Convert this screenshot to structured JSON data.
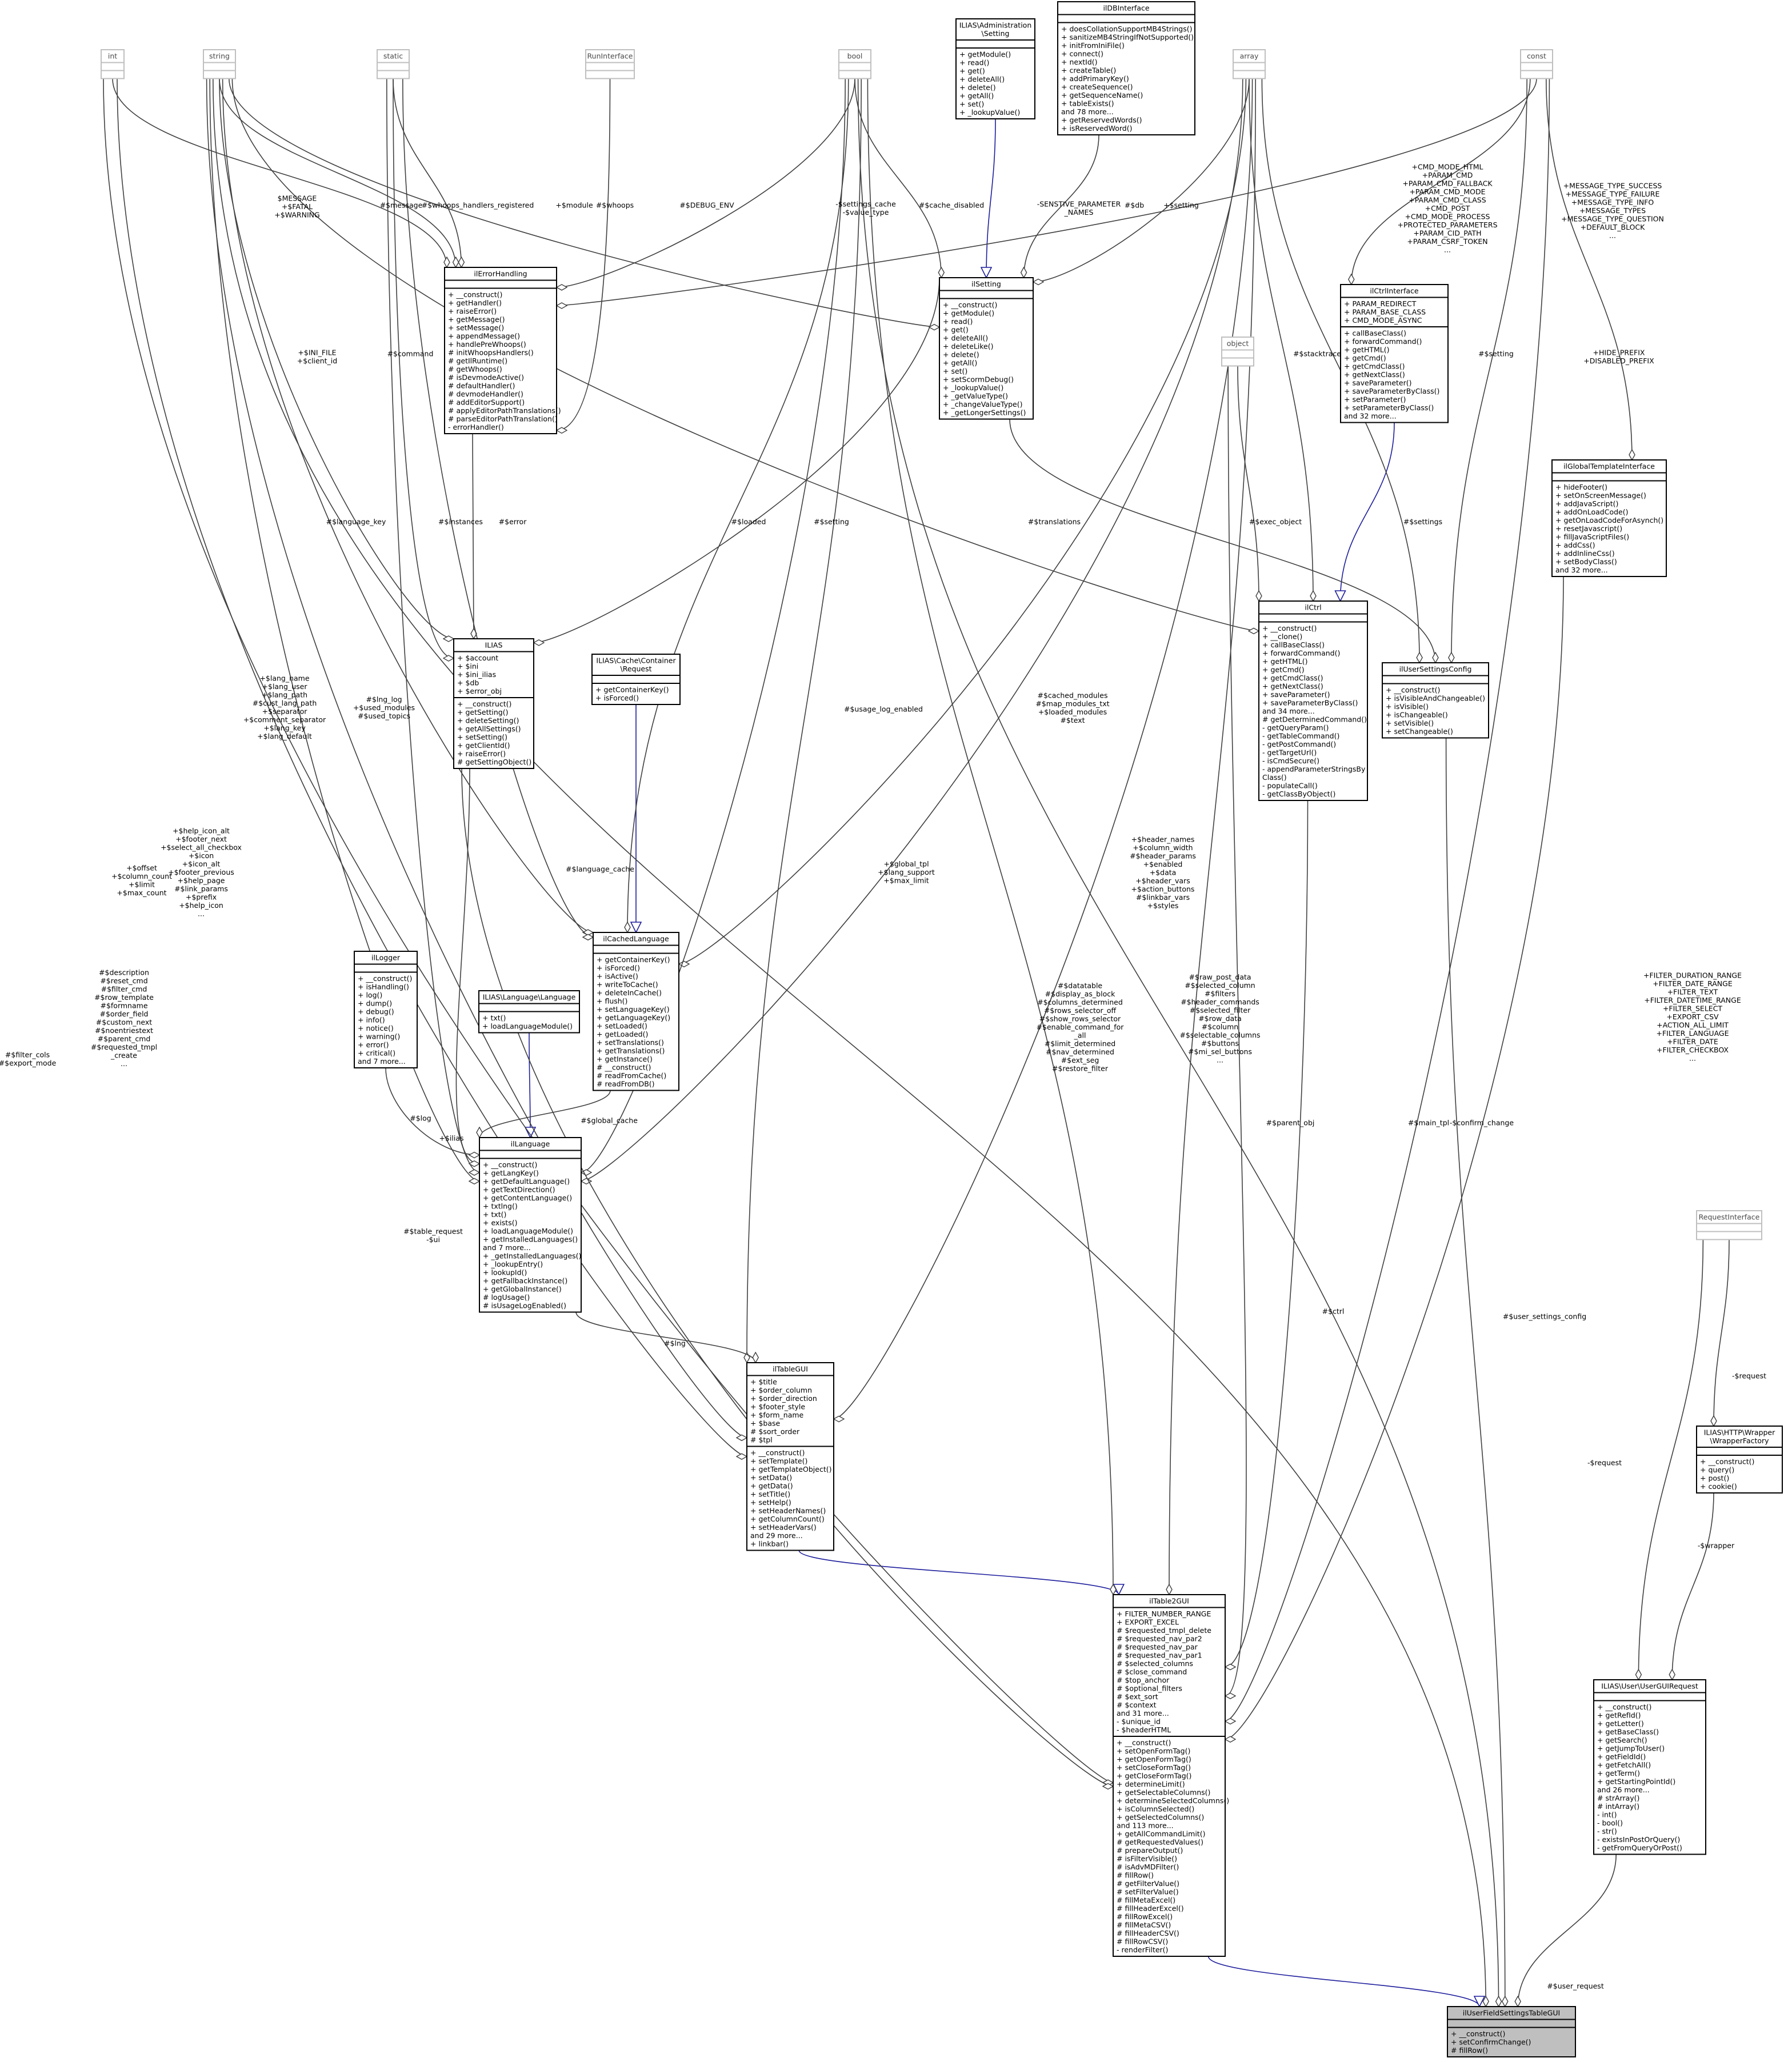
{
  "diagram": {
    "classes": [
      {
        "id": "int",
        "name": "int",
        "attributes": [],
        "operations": []
      },
      {
        "id": "string",
        "name": "string",
        "attributes": [],
        "operations": []
      },
      {
        "id": "static",
        "name": "static",
        "attributes": [],
        "operations": []
      },
      {
        "id": "RunInterface",
        "name": "RunInterface",
        "attributes": [],
        "operations": []
      },
      {
        "id": "bool",
        "name": "bool",
        "attributes": [],
        "operations": []
      },
      {
        "id": "AdminSetting",
        "name": [
          "ILIAS\\Administration",
          "\\Setting"
        ],
        "attributes": [],
        "operations": [
          "+ getModule()",
          "+ read()",
          "+ get()",
          "+ deleteAll()",
          "+ delete()",
          "+ getAll()",
          "+ set()",
          "+ _lookupValue()"
        ]
      },
      {
        "id": "ilDBInterface",
        "name": "ilDBInterface",
        "attributes": [],
        "operations": [
          "+ doesCollationSupportMB4Strings()",
          "+ sanitizeMB4StringIfNotSupported()",
          "+ initFromIniFile()",
          "+ connect()",
          "+ nextId()",
          "+ createTable()",
          "+ addPrimaryKey()",
          "+ createSequence()",
          "+ getSequenceName()",
          "+ tableExists()",
          "and 78 more...",
          "+ getReservedWords()",
          "+ isReservedWord()"
        ]
      },
      {
        "id": "array",
        "name": "array",
        "attributes": [],
        "operations": []
      },
      {
        "id": "const",
        "name": "const",
        "attributes": [],
        "operations": []
      },
      {
        "id": "ilErrorHandling",
        "name": "ilErrorHandling",
        "attributes": [],
        "operations": [
          "+ __construct()",
          "+ getHandler()",
          "+ raiseError()",
          "+ getMessage()",
          "+ setMessage()",
          "+ appendMessage()",
          "+ handlePreWhoops()",
          "# initWhoopsHandlers()",
          "# getIlRuntime()",
          "# getWhoops()",
          "# isDevmodeActive()",
          "# defaultHandler()",
          "# devmodeHandler()",
          "# addEditorSupport()",
          "# applyEditorPathTranslations()",
          "# parseEditorPathTranslation()",
          "- errorHandler()"
        ]
      },
      {
        "id": "ilSetting",
        "name": "ilSetting",
        "attributes": [],
        "operations": [
          "+ __construct()",
          "+ getModule()",
          "+ read()",
          "+ get()",
          "+ deleteAll()",
          "+ deleteLike()",
          "+ delete()",
          "+ getAll()",
          "+ set()",
          "+ setScormDebug()",
          "+ _lookupValue()",
          "+ _getValueType()",
          "+ _changeValueType()",
          "+ _getLongerSettings()"
        ]
      },
      {
        "id": "ilCtrlInterface",
        "name": "ilCtrlInterface",
        "attributes": [
          "+ PARAM_REDIRECT",
          "+ PARAM_BASE_CLASS",
          "+ CMD_MODE_ASYNC"
        ],
        "operations": [
          "+ callBaseClass()",
          "+ forwardCommand()",
          "+ getHTML()",
          "+ getCmd()",
          "+ getCmdClass()",
          "+ getNextClass()",
          "+ saveParameter()",
          "+ saveParameterByClass()",
          "+ setParameter()",
          "+ setParameterByClass()",
          "and 32 more..."
        ]
      },
      {
        "id": "object",
        "name": "object",
        "attributes": [],
        "operations": []
      },
      {
        "id": "ilGlobalTemplateInterface",
        "name": "ilGlobalTemplateInterface",
        "attributes": [],
        "operations": [
          "+ hideFooter()",
          "+ setOnScreenMessage()",
          "+ addJavaScript()",
          "+ addOnLoadCode()",
          "+ getOnLoadCodeForAsynch()",
          "+ resetJavascript()",
          "+ fillJavaScriptFiles()",
          "+ addCss()",
          "+ addInlineCss()",
          "+ setBodyClass()",
          "and 32 more..."
        ]
      },
      {
        "id": "ILIAS",
        "name": "ILIAS",
        "attributes": [
          "+ $account",
          "+ $ini",
          "+ $ini_ilias",
          "+ $db",
          "+ $error_obj"
        ],
        "operations": [
          "+ __construct()",
          "+ getSetting()",
          "+ deleteSetting()",
          "+ getAllSettings()",
          "+ setSetting()",
          "+ getClientId()",
          "+ raiseError()",
          "# getSettingObject()"
        ]
      },
      {
        "id": "CacheRequest",
        "name": [
          "ILIAS\\Cache\\Container",
          "\\Request"
        ],
        "attributes": [],
        "operations": [
          "+ getContainerKey()",
          "+ isForced()"
        ]
      },
      {
        "id": "ilCtrl",
        "name": "ilCtrl",
        "attributes": [],
        "operations": [
          "+ __construct()",
          "+ __clone()",
          "+ callBaseClass()",
          "+ forwardCommand()",
          "+ getHTML()",
          "+ getCmd()",
          "+ getCmdClass()",
          "+ getNextClass()",
          "+ saveParameter()",
          "+ saveParameterByClass()",
          "and 34 more...",
          "# getDeterminedCommand()",
          "- getQueryParam()",
          "- getTableCommand()",
          "- getPostCommand()",
          "- getTargetUrl()",
          "- isCmdSecure()",
          "- appendParameterStringsBy",
          "Class()",
          "- populateCall()",
          "- getClassByObject()"
        ]
      },
      {
        "id": "ilUserSettingsConfig",
        "name": "ilUserSettingsConfig",
        "attributes": [],
        "operations": [
          "+ __construct()",
          "+ isVisibleAndChangeable()",
          "+ isVisible()",
          "+ isChangeable()",
          "+ setVisible()",
          "+ setChangeable()"
        ]
      },
      {
        "id": "ilLogger",
        "name": "ilLogger",
        "attributes": [],
        "operations": [
          "+ __construct()",
          "+ isHandling()",
          "+ log()",
          "+ dump()",
          "+ debug()",
          "+ info()",
          "+ notice()",
          "+ warning()",
          "+ error()",
          "+ critical()",
          "and 7 more..."
        ]
      },
      {
        "id": "LanguageIface",
        "name": "ILIAS\\Language\\Language",
        "attributes": [],
        "operations": [
          "+ txt()",
          "+ loadLanguageModule()"
        ]
      },
      {
        "id": "ilCachedLanguage",
        "name": "ilCachedLanguage",
        "attributes": [],
        "operations": [
          "+ getContainerKey()",
          "+ isForced()",
          "+ isActive()",
          "+ writeToCache()",
          "+ deleteInCache()",
          "+ flush()",
          "+ setLanguageKey()",
          "+ getLanguageKey()",
          "+ setLoaded()",
          "+ getLoaded()",
          "+ setTranslations()",
          "+ getTranslations()",
          "+ getInstance()",
          "# __construct()",
          "# readFromCache()",
          "# readFromDB()"
        ]
      },
      {
        "id": "ilLanguage",
        "name": "ilLanguage",
        "attributes": [],
        "operations": [
          "+ __construct()",
          "+ getLangKey()",
          "+ getDefaultLanguage()",
          "+ getTextDirection()",
          "+ getContentLanguage()",
          "+ txtlng()",
          "+ txt()",
          "+ exists()",
          "+ loadLanguageModule()",
          "+ getInstalledLanguages()",
          "and 7 more...",
          "+ _getInstalledLanguages()",
          "+ _lookupEntry()",
          "+ lookupId()",
          "+ getFallbackInstance()",
          "+ getGlobalInstance()",
          "# logUsage()",
          "# isUsageLogEnabled()"
        ]
      },
      {
        "id": "ilTableGUI",
        "name": "ilTableGUI",
        "attributes": [
          "+ $title",
          "+ $order_column",
          "+ $order_direction",
          "+ $footer_style",
          "+ $form_name",
          "+ $base",
          "# $sort_order",
          "# $tpl"
        ],
        "operations": [
          "+ __construct()",
          "+ setTemplate()",
          "+ getTemplateObject()",
          "+ setData()",
          "+ getData()",
          "+ setTitle()",
          "+ setHelp()",
          "+ setHeaderNames()",
          "+ getColumnCount()",
          "+ setHeaderVars()",
          "and 29 more...",
          "+ linkbar()"
        ]
      },
      {
        "id": "RequestInterface",
        "name": "RequestInterface",
        "attributes": [],
        "operations": []
      },
      {
        "id": "WrapperFactory",
        "name": [
          "ILIAS\\HTTP\\Wrapper",
          "\\WrapperFactory"
        ],
        "attributes": [],
        "operations": [
          "+ __construct()",
          "+ query()",
          "+ post()",
          "+ cookie()"
        ]
      },
      {
        "id": "ilTable2GUI",
        "name": "ilTable2GUI",
        "attributes": [
          "+ FILTER_NUMBER_RANGE",
          "+ EXPORT_EXCEL",
          "# $requested_tmpl_delete",
          "# $requested_nav_par2",
          "# $requested_nav_par",
          "# $requested_nav_par1",
          "# $selected_columns",
          "# $close_command",
          "# $top_anchor",
          "# $optional_filters",
          "# $ext_sort",
          "# $context",
          "and 31 more...",
          "- $unique_id",
          "- $headerHTML"
        ],
        "operations": [
          "+ __construct()",
          "+ setOpenFormTag()",
          "+ getOpenFormTag()",
          "+ setCloseFormTag()",
          "+ getCloseFormTag()",
          "+ determineLimit()",
          "+ getSelectableColumns()",
          "+ determineSelectedColumns()",
          "+ isColumnSelected()",
          "+ getSelectedColumns()",
          "and 113 more...",
          "+ getAllCommandLimit()",
          "# getRequestedValues()",
          "# prepareOutput()",
          "# isFilterVisible()",
          "# isAdvMDFilter()",
          "# fillRow()",
          "# getFilterValue()",
          "# setFilterValue()",
          "# fillMetaExcel()",
          "# fillHeaderExcel()",
          "# fillRowExcel()",
          "# fillMetaCSV()",
          "# fillHeaderCSV()",
          "# fillRowCSV()",
          "- renderFilter()"
        ]
      },
      {
        "id": "UserGUIRequest",
        "name": "ILIAS\\User\\UserGUIRequest",
        "attributes": [],
        "operations": [
          "+ __construct()",
          "+ getRefId()",
          "+ getLetter()",
          "+ getBaseClass()",
          "+ getSearch()",
          "+ getJumpToUser()",
          "+ getFieldId()",
          "+ getFetchAll()",
          "+ getTerm()",
          "+ getStartingPointId()",
          "and 26 more...",
          "# strArray()",
          "# intArray()",
          "- int()",
          "- bool()",
          "- str()",
          "- existsInPostOrQuery()",
          "- getFromQueryOrPost()"
        ]
      },
      {
        "id": "ilUserFieldSettingsTableGUI",
        "name": "ilUserFieldSettingsTableGUI",
        "attributes": [],
        "operations": [
          "+ __construct()",
          "+ setConfirmChange()",
          "# fillRow()"
        ]
      }
    ],
    "edge_labels": [
      {
        "id": "l1",
        "lines": [
          "$MESSAGE",
          "+$FATAL",
          "+$WARNING"
        ]
      },
      {
        "id": "l2",
        "lines": [
          "#$message"
        ]
      },
      {
        "id": "l3",
        "lines": [
          "#$whoops_handlers_registered"
        ]
      },
      {
        "id": "l4",
        "lines": [
          "+$module"
        ]
      },
      {
        "id": "l5",
        "lines": [
          "#$whoops"
        ]
      },
      {
        "id": "l6",
        "lines": [
          "#$DEBUG_ENV"
        ]
      },
      {
        "id": "l7",
        "lines": [
          "-$settings_cache",
          "-$value_type"
        ]
      },
      {
        "id": "l8",
        "lines": [
          "#$cache_disabled"
        ]
      },
      {
        "id": "l9",
        "lines": [
          "-SENSTIVE_PARAMETER",
          "_NAMES"
        ]
      },
      {
        "id": "l10",
        "lines": [
          "#$db"
        ]
      },
      {
        "id": "l11",
        "lines": [
          "+$setting"
        ]
      },
      {
        "id": "l12",
        "lines": [
          "+CMD_MODE_HTML",
          "+PARAM_CMD",
          "+PARAM_CMD_FALLBACK",
          "+PARAM_CMD_MODE",
          "+PARAM_CMD_CLASS",
          "+CMD_POST",
          "+CMD_MODE_PROCESS",
          "+PROTECTED_PARAMETERS",
          "+PARAM_CID_PATH",
          "+PARAM_CSRF_TOKEN",
          "..."
        ]
      },
      {
        "id": "l13",
        "lines": [
          "+MESSAGE_TYPE_SUCCESS",
          "+MESSAGE_TYPE_FAILURE",
          "+MESSAGE_TYPE_INFO",
          "+MESSAGE_TYPES",
          "+MESSAGE_TYPE_QUESTION",
          "+DEFAULT_BLOCK",
          "..."
        ]
      },
      {
        "id": "l14",
        "lines": [
          "+$INI_FILE",
          "+$client_id"
        ]
      },
      {
        "id": "l15",
        "lines": [
          "#$command"
        ]
      },
      {
        "id": "l16",
        "lines": [
          "#$stacktrace"
        ]
      },
      {
        "id": "l17",
        "lines": [
          "#$setting"
        ]
      },
      {
        "id": "l18",
        "lines": [
          "+HIDE_PREFIX",
          "+DISABLED_PREFIX"
        ]
      },
      {
        "id": "l19",
        "lines": [
          "#$language_key"
        ]
      },
      {
        "id": "l20",
        "lines": [
          "#$instances"
        ]
      },
      {
        "id": "l21",
        "lines": [
          "#$error"
        ]
      },
      {
        "id": "l22",
        "lines": [
          "#$loaded"
        ]
      },
      {
        "id": "l23",
        "lines": [
          "#$setting"
        ]
      },
      {
        "id": "l24",
        "lines": [
          "#$translations"
        ]
      },
      {
        "id": "l25",
        "lines": [
          "#$exec_object"
        ]
      },
      {
        "id": "l26",
        "lines": [
          "#$settings"
        ]
      },
      {
        "id": "l27",
        "lines": [
          "+$lang_name",
          "+$lang_user",
          "+$lang_path",
          "#$cust_lang_path",
          "+$separator",
          "+$comment_separator",
          "+$lang_key",
          "+$lang_default"
        ]
      },
      {
        "id": "l28",
        "lines": [
          "#$lng_log",
          "+$used_modules",
          "#$used_topics"
        ]
      },
      {
        "id": "l29",
        "lines": [
          "#$usage_log_enabled"
        ]
      },
      {
        "id": "l30",
        "lines": [
          "#$cached_modules",
          "#$map_modules_txt",
          "+$loaded_modules",
          "#$text"
        ]
      },
      {
        "id": "l31",
        "lines": [
          "+$help_icon_alt",
          "+$footer_next",
          "+$select_all_checkbox",
          "+$icon",
          "+$icon_alt",
          "+$footer_previous",
          "+$help_page",
          "#$link_params",
          "+$prefix",
          "+$help_icon",
          "..."
        ]
      },
      {
        "id": "l32",
        "lines": [
          "+$offset",
          "+$column_count",
          "+$limit",
          "+$max_count"
        ]
      },
      {
        "id": "l33",
        "lines": [
          "#$language_cache"
        ]
      },
      {
        "id": "l34",
        "lines": [
          "+$global_tpl",
          "+$lang_support",
          "+$max_limit"
        ]
      },
      {
        "id": "l35",
        "lines": [
          "+$header_names",
          "+$column_width",
          "#$header_params",
          "+$enabled",
          "+$data",
          "+$header_vars",
          "+$action_buttons",
          "#$linkbar_vars",
          "+$styles"
        ]
      },
      {
        "id": "l36",
        "lines": [
          "#$description",
          "#$reset_cmd",
          "#$filter_cmd",
          "#$row_template",
          "#$formname",
          "#$order_field",
          "#$custom_next",
          "#$noentriestext",
          "#$parent_cmd",
          "#$requested_tmpl",
          "_create",
          "..."
        ]
      },
      {
        "id": "l37",
        "lines": [
          "#$datatable",
          "#$display_as_block",
          "#$columns_determined",
          "#$rows_selector_off",
          "#$show_rows_selector",
          "#$enable_command_for",
          "_all",
          "#$limit_determined",
          "#$nav_determined",
          "#$ext_seg",
          "#$restore_filter"
        ]
      },
      {
        "id": "l38",
        "lines": [
          "#$raw_post_data",
          "#$selected_column",
          "#$filters",
          "#$header_commands",
          "#$selected_filter",
          "#$row_data",
          "#$column",
          "#$selectable_columns",
          "#$buttons",
          "#$mi_sel_buttons",
          "..."
        ]
      },
      {
        "id": "l39",
        "lines": [
          "+FILTER_DURATION_RANGE",
          "+FILTER_DATE_RANGE",
          "+FILTER_TEXT",
          "+FILTER_DATETIME_RANGE",
          "+FILTER_SELECT",
          "+EXPORT_CSV",
          "+ACTION_ALL_LIMIT",
          "+FILTER_LANGUAGE",
          "+FILTER_DATE",
          "+FILTER_CHECKBOX",
          "..."
        ]
      },
      {
        "id": "l40",
        "lines": [
          "#$filter_cols",
          "#$export_mode"
        ]
      },
      {
        "id": "l41",
        "lines": [
          "#$log"
        ]
      },
      {
        "id": "l42",
        "lines": [
          "+$ilias"
        ]
      },
      {
        "id": "l43",
        "lines": [
          "#$global_cache"
        ]
      },
      {
        "id": "l44",
        "lines": [
          "#$table_request",
          "-$ui"
        ]
      },
      {
        "id": "l45",
        "lines": [
          "#$lng"
        ]
      },
      {
        "id": "l46",
        "lines": [
          "#$parent_obj"
        ]
      },
      {
        "id": "l47",
        "lines": [
          "#$main_tpl"
        ]
      },
      {
        "id": "l48",
        "lines": [
          "-$confirm_change"
        ]
      },
      {
        "id": "l49",
        "lines": [
          "#$ctrl"
        ]
      },
      {
        "id": "l50",
        "lines": [
          "#$user_settings_config"
        ]
      },
      {
        "id": "l51",
        "lines": [
          "-$request"
        ]
      },
      {
        "id": "l52",
        "lines": [
          "-$request"
        ]
      },
      {
        "id": "l53",
        "lines": [
          "-$wrapper"
        ]
      },
      {
        "id": "l54",
        "lines": [
          "#$user_request"
        ]
      }
    ]
  }
}
